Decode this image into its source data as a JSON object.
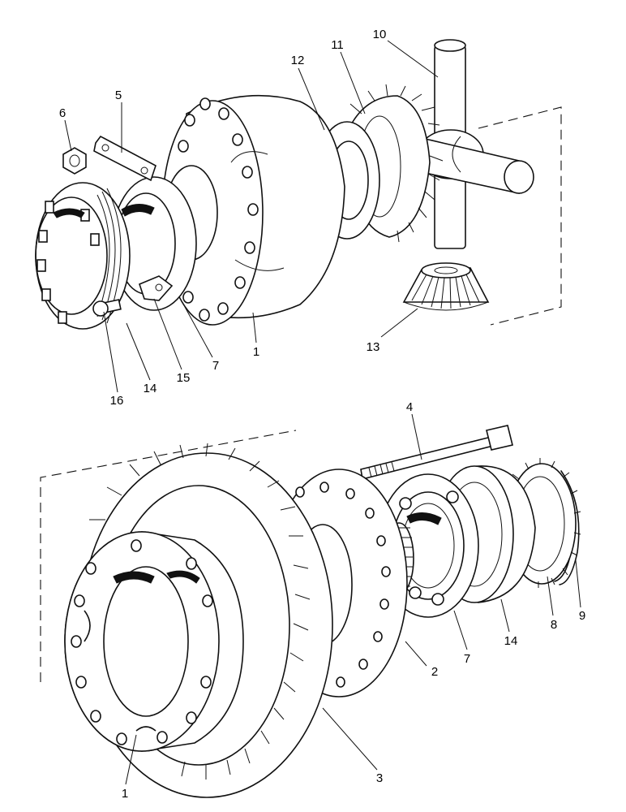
{
  "diagram": {
    "callouts": {
      "c1_upper": "1",
      "c1_lower": "1",
      "c2": "2",
      "c3": "3",
      "c4": "4",
      "c5": "5",
      "c6": "6",
      "c7_upper": "7",
      "c7_lower": "7",
      "c8": "8",
      "c9": "9",
      "c10": "10",
      "c11": "11",
      "c12": "12",
      "c13": "13",
      "c14_upper": "14",
      "c14_lower": "14",
      "c15": "15",
      "c16": "16"
    }
  }
}
